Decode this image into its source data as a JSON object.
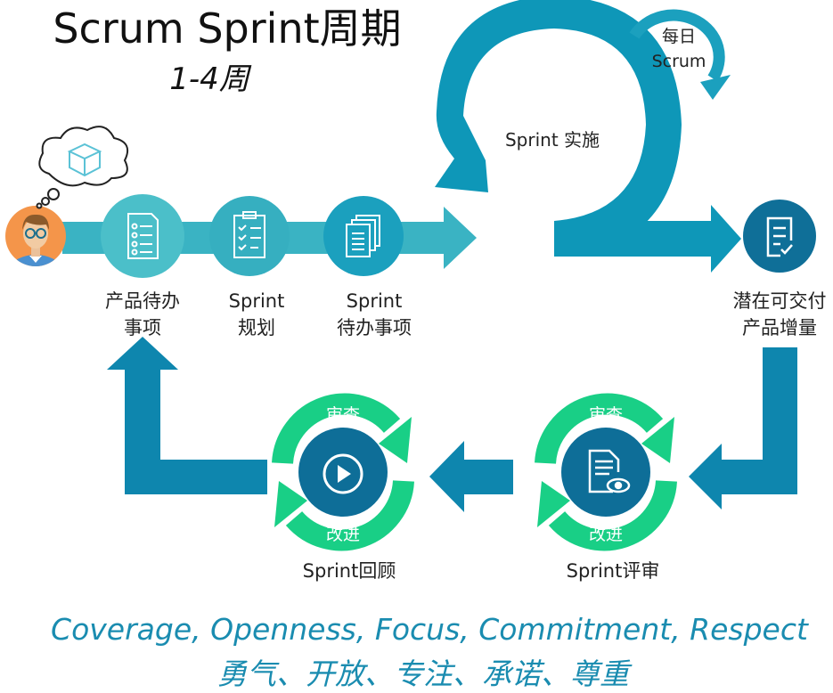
{
  "title": "Scrum Sprint周期",
  "subtitle": "1-4周",
  "daily": {
    "line1": "每日",
    "line2": "Scrum"
  },
  "sprint_execution": "Sprint 实施",
  "steps": [
    {
      "line1": "产品待办",
      "line2": "事项"
    },
    {
      "line1": "Sprint",
      "line2": "规划"
    },
    {
      "line1": "Sprint",
      "line2": "待办事项"
    }
  ],
  "increment": {
    "line1": "潜在可交付",
    "line2": "产品增量"
  },
  "review": {
    "label": "Sprint评审",
    "top": "审查",
    "bottom": "改进"
  },
  "retro": {
    "label": "Sprint回顾",
    "top": "审查",
    "bottom": "改进"
  },
  "values_en": "Coverage, Openness, Focus, Commitment, Respect",
  "values_zh": "勇气、开放、专注、承诺、尊重",
  "colors": {
    "teal": "#0E97B8",
    "light_teal": "#4BBFC9",
    "dark_blue": "#0E6E98",
    "green": "#19CF86",
    "orange": "#F4954A",
    "text_teal": "#1A8CB0"
  }
}
